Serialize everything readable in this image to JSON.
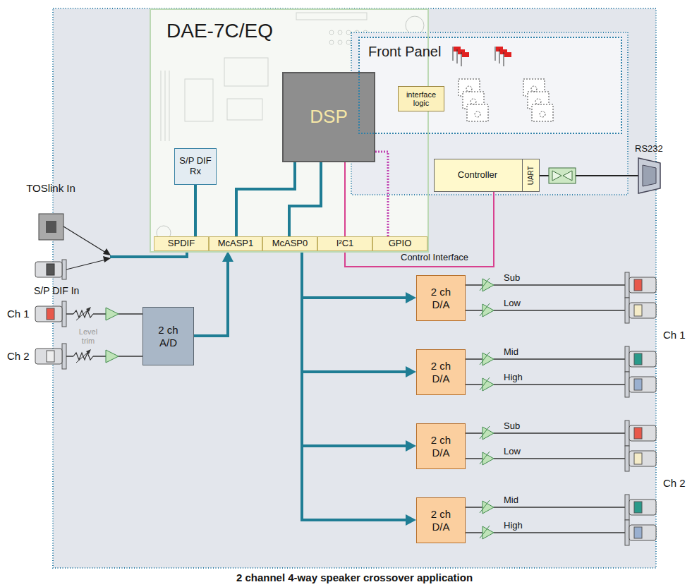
{
  "diagram": {
    "caption": "2 channel 4-way speaker crossover application",
    "nodes": [
      {
        "text": [
          "DAE-7C/EQ"
        ]
      },
      {
        "text": [
          "DSP"
        ],
        "in": 0
      },
      {
        "text": [
          "S/P DIF Rx"
        ],
        "in": 0
      },
      {
        "text": [
          "SPDIF"
        ],
        "in": 0
      },
      {
        "text": [
          "McASP1"
        ],
        "in": 0
      },
      {
        "text": [
          "McASP0"
        ],
        "in": 0
      },
      {
        "text": [
          "I²C1"
        ],
        "in": 0
      },
      {
        "text": [
          "GPIO"
        ],
        "in": 0
      },
      {
        "text": [
          "Front Panel"
        ]
      },
      {
        "text": [
          "interface logic"
        ],
        "in": 8
      },
      {
        "text": [
          "Controller"
        ]
      },
      {
        "text": [
          "UART"
        ],
        "in": 10
      },
      {
        "text": [
          "2 ch A/D"
        ]
      },
      {
        "text": [
          "2 ch D/A"
        ]
      },
      {
        "text": [
          "2 ch D/A"
        ]
      },
      {
        "text": [
          "2 ch D/A"
        ]
      },
      {
        "text": [
          "2 ch D/A"
        ]
      }
    ],
    "edges": [
      {
        "from": 2,
        "to": 3,
        "arrow": "none"
      },
      {
        "from": 1,
        "to": 4,
        "arrow": "none"
      },
      {
        "from": 1,
        "to": 5,
        "arrow": "none"
      },
      {
        "from": 10,
        "to": 6,
        "label": "Control Interface",
        "arrow": "none"
      },
      {
        "from": 12,
        "to": 4,
        "arrow": "to"
      },
      {
        "from": 5,
        "to": 13,
        "arrow": "to"
      },
      {
        "from": 5,
        "to": 14,
        "arrow": "to"
      },
      {
        "from": 5,
        "to": 15,
        "arrow": "to"
      },
      {
        "from": 5,
        "to": 16,
        "arrow": "to"
      },
      {
        "from": 1,
        "to": 6,
        "arrow": "none"
      },
      {
        "from": 1,
        "to": 7,
        "arrow": "none"
      }
    ],
    "labels": [
      "TOSlink In",
      "S/P DIF In",
      "Ch 1",
      "Ch 2",
      "Level trim",
      "RS232",
      "Sub",
      "Low",
      "Mid",
      "High",
      "Ch 1",
      "Sub",
      "Low",
      "Mid",
      "High",
      "Ch 2"
    ]
  }
}
